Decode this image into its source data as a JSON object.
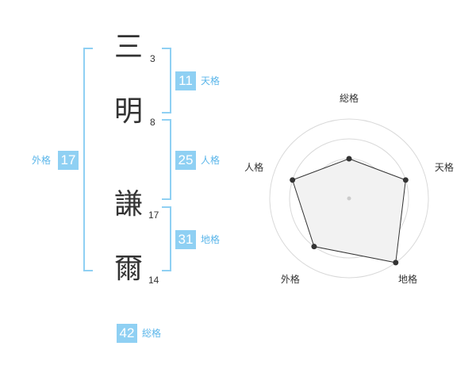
{
  "colors": {
    "badge": "#8fd0f3",
    "bracket": "#8fd0f3",
    "label": "#5bb6ea"
  },
  "name": {
    "characters": [
      {
        "char": "三",
        "strokes": "3"
      },
      {
        "char": "明",
        "strokes": "8"
      },
      {
        "char": "謙",
        "strokes": "17"
      },
      {
        "char": "爾",
        "strokes": "14"
      }
    ]
  },
  "fortune": {
    "tenkaku": {
      "value": "11",
      "label": "天格"
    },
    "jinkaku": {
      "value": "25",
      "label": "人格"
    },
    "chikaku": {
      "value": "31",
      "label": "地格"
    },
    "gaikaku": {
      "value": "17",
      "label": "外格"
    },
    "soukaku": {
      "value": "42",
      "label": "総格"
    }
  },
  "chart_data": {
    "type": "radar",
    "axes": [
      "総格",
      "天格",
      "地格",
      "外格",
      "人格"
    ],
    "rings": 4,
    "max": 4,
    "values": [
      2,
      3,
      4,
      3,
      3
    ]
  }
}
